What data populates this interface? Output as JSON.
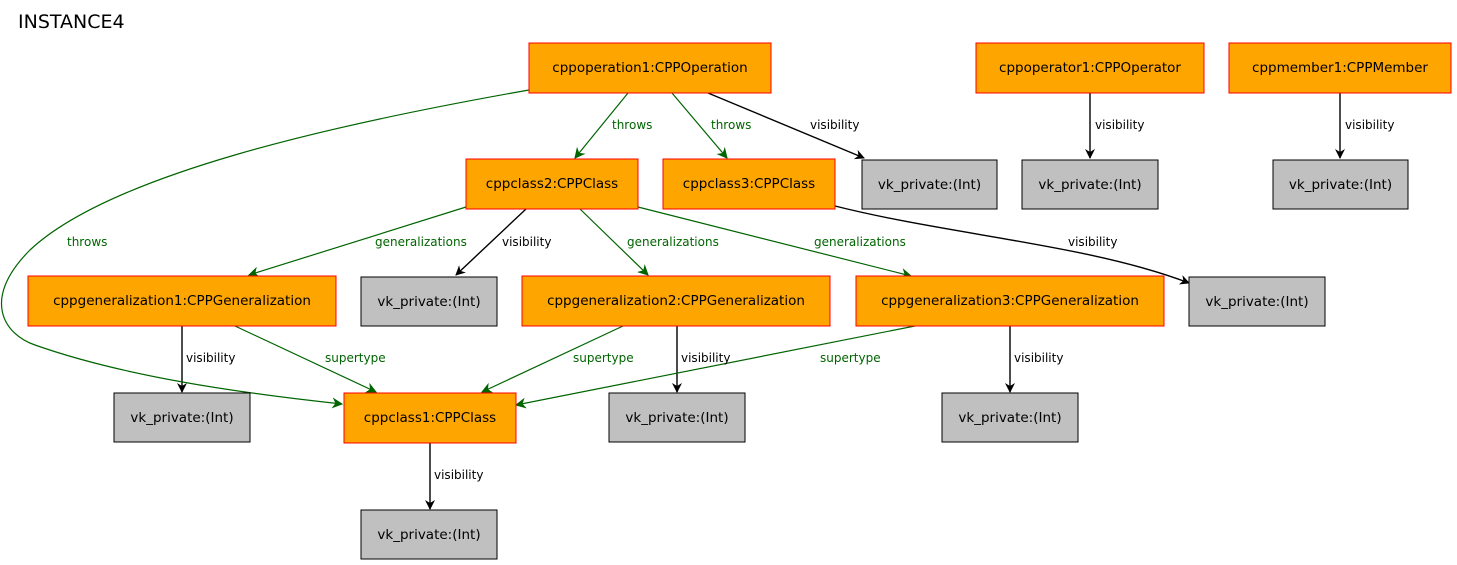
{
  "title": "INSTANCE4",
  "nodes": {
    "cppoperation1": "cppoperation1:CPPOperation",
    "cppoperator1": "cppoperator1:CPPOperator",
    "cppmember1": "cppmember1:CPPMember",
    "cppclass2": "cppclass2:CPPClass",
    "cppclass3": "cppclass3:CPPClass",
    "cppgeneralization1": "cppgeneralization1:CPPGeneralization",
    "cppgeneralization2": "cppgeneralization2:CPPGeneralization",
    "cppgeneralization3": "cppgeneralization3:CPPGeneralization",
    "cppclass1": "cppclass1:CPPClass",
    "value": "vk_private:(Int)"
  },
  "edge_labels": {
    "throws": "throws",
    "visibility": "visibility",
    "generalizations": "generalizations",
    "supertype": "supertype"
  },
  "colors": {
    "object_fill": "#ffa500",
    "object_border": "#ff0000",
    "value_fill": "#c0c0c0",
    "value_border": "#000000",
    "containment_edge": "#006400",
    "attribute_edge": "#000000"
  }
}
